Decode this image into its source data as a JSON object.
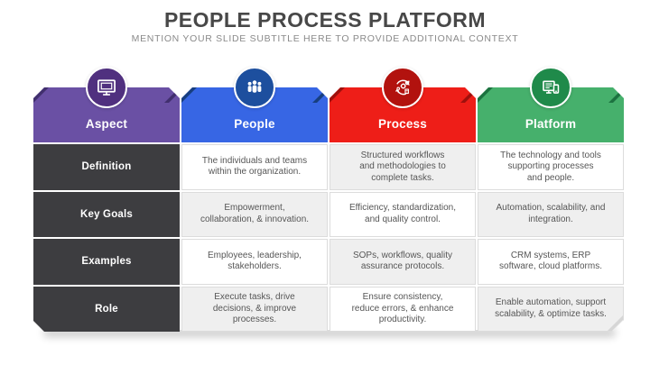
{
  "slide": {
    "title": "PEOPLE PROCESS PLATFORM",
    "subtitle": "MENTION YOUR SLIDE SUBTITLE HERE TO PROVIDE ADDITIONAL CONTEXT"
  },
  "table": {
    "aspect_column": {
      "label": "Aspect",
      "icon": "monitor-icon",
      "colors": {
        "band": "#6A50A4",
        "edge": "#412F6E",
        "circle": "#50307F"
      }
    },
    "columns": [
      {
        "label": "People",
        "icon": "team-icon",
        "colors": {
          "band": "#3766E4",
          "edge": "#173E7F",
          "circle": "#1D4F9E"
        }
      },
      {
        "label": "Process",
        "icon": "workflow-gear-icon",
        "colors": {
          "band": "#EE1E18",
          "edge": "#9E100C",
          "circle": "#B2120E"
        }
      },
      {
        "label": "Platform",
        "icon": "devices-icon",
        "colors": {
          "band": "#46B06C",
          "edge": "#1C7240",
          "circle": "#1F8A4A"
        }
      }
    ],
    "rows": [
      {
        "label": "Definition",
        "cells": [
          "The individuals and teams\nwithin the organization.",
          "Structured workflows\nand methodologies to\ncomplete tasks.",
          "The technology and tools\nsupporting processes\nand people."
        ]
      },
      {
        "label": "Key Goals",
        "cells": [
          "Empowerment,\ncollaboration, & innovation.",
          "Efficiency, standardization,\nand quality control.",
          "Automation, scalability, and\nintegration."
        ]
      },
      {
        "label": "Examples",
        "cells": [
          "Employees, leadership,\nstakeholders.",
          "SOPs, workflows, quality\nassurance protocols.",
          "CRM systems, ERP\nsoftware, cloud platforms."
        ]
      },
      {
        "label": "Role",
        "cells": [
          "Execute tasks, drive\ndecisions, & improve\nprocesses.",
          "Ensure consistency,\nreduce errors, & enhance\nproductivity.",
          "Enable automation, support\nscalability, & optimize tasks."
        ]
      }
    ],
    "cell_colors": {
      "label_bg": "#3D3D40",
      "alt_bg": "#EFEFEF",
      "white_bg": "#FFFFFF",
      "text": "#565656"
    }
  }
}
